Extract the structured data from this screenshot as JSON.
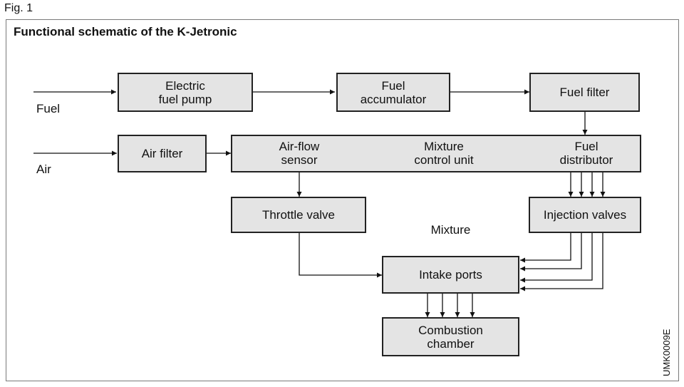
{
  "figure": {
    "label": "Fig. 1",
    "title": "Functional schematic of the K-Jetronic",
    "code": "UMK0009E"
  },
  "inputs": {
    "fuel": "Fuel",
    "air": "Air"
  },
  "boxes": {
    "pump": "Electric\nfuel pump",
    "accumulator": "Fuel\naccumulator",
    "filter": "Fuel filter",
    "air_filter": "Air filter",
    "airflow": "Air-flow\nsensor",
    "mixture_unit": "Mixture\ncontrol unit",
    "distributor": "Fuel\ndistributor",
    "throttle": "Throttle valve",
    "injection": "Injection valves",
    "intake": "Intake ports",
    "combustion": "Combustion\nchamber"
  },
  "labels": {
    "mixture": "Mixture"
  }
}
